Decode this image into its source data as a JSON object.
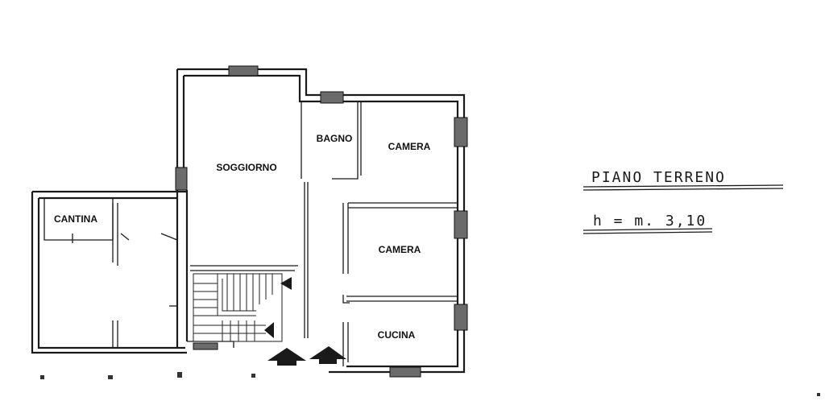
{
  "rooms": {
    "soggiorno": "SOGGIORNO",
    "bagno": "BAGNO",
    "camera_1": "CAMERA",
    "camera_2": "CAMERA",
    "cucina": "CUCINA",
    "cantina": "CANTINA"
  },
  "title_block": {
    "floor_name": "PIANO TERRENO",
    "height_note": "h = m. 3,10"
  }
}
